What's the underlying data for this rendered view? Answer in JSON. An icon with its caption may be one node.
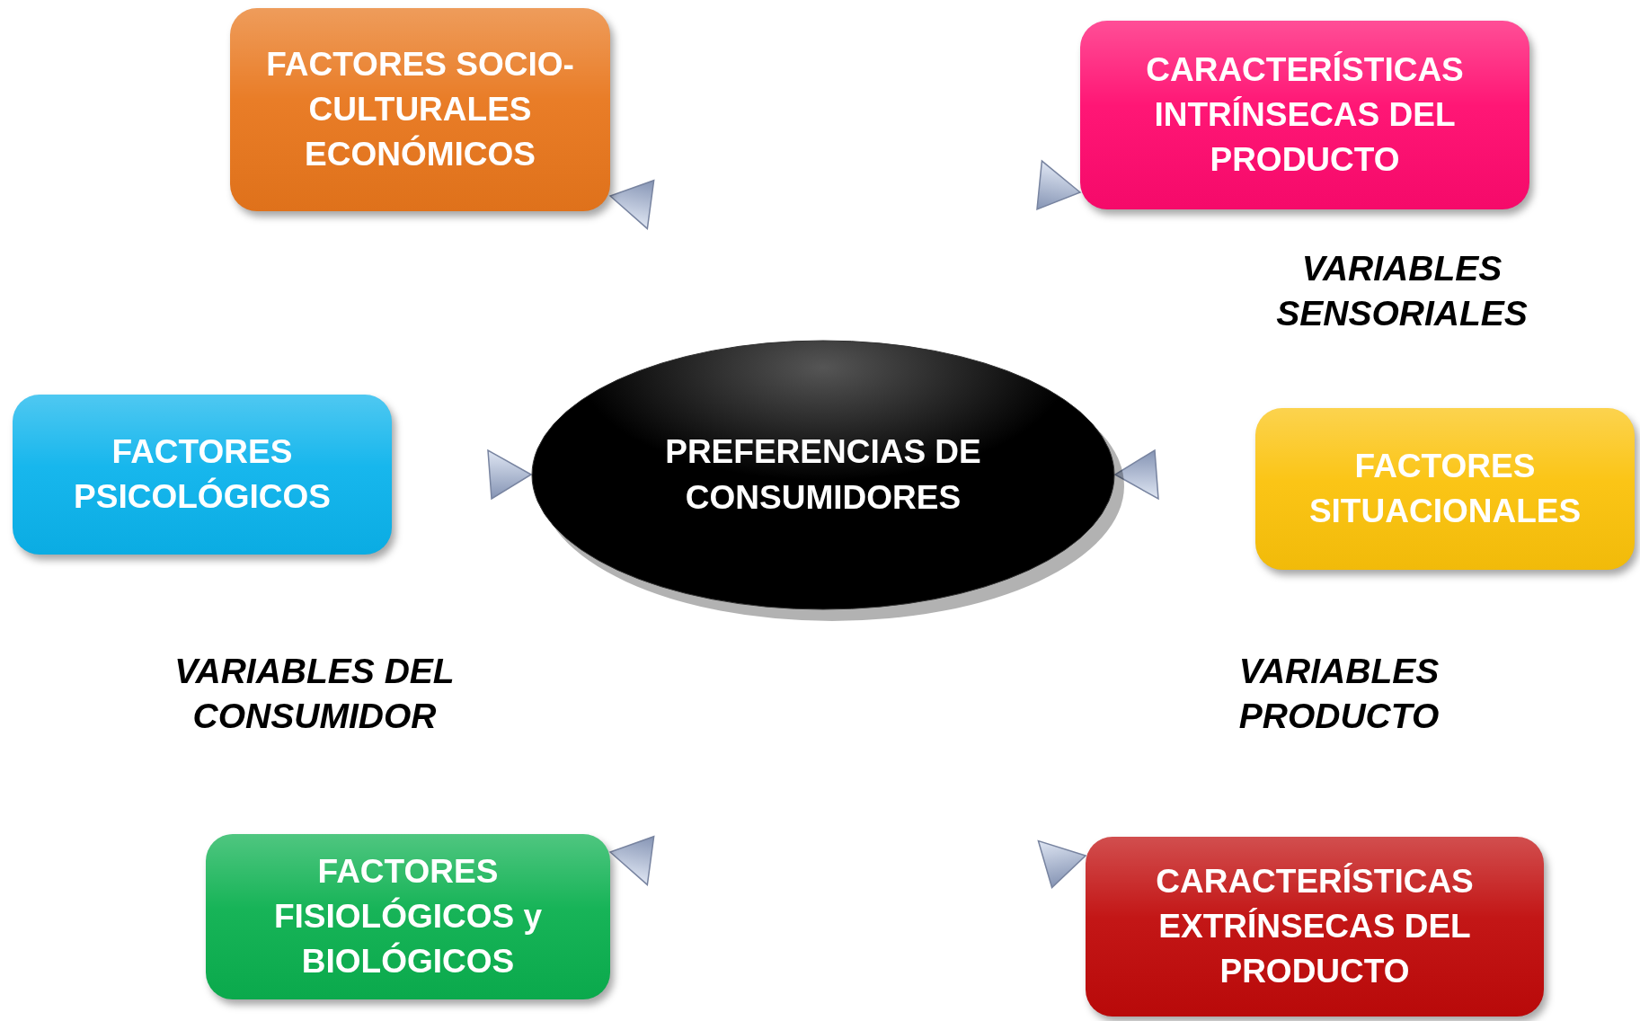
{
  "diagram": {
    "nodes": [
      {
        "text": [
          "FACTORES SOCIO- CULTURALES ECONÓMICOS"
        ]
      },
      {
        "text": [
          "CARACTERÍSTICAS INTRÍNSECAS DEL PRODUCTO"
        ]
      },
      {
        "text": [
          "FACTORES PSICOLÓGICOS"
        ]
      },
      {
        "text": [
          "PREFERENCIAS DE CONSUMIDORES"
        ]
      },
      {
        "text": [
          "FACTORES SITUACIONALES"
        ]
      },
      {
        "text": [
          "FACTORES FISIOLÓGICOS y BIOLÓGICOS"
        ]
      },
      {
        "text": [
          "CARACTERÍSTICAS EXTRÍNSECAS DEL PRODUCTO"
        ]
      }
    ],
    "edges": [
      {
        "from": 3,
        "to": 0,
        "arrow": "to"
      },
      {
        "from": 3,
        "to": 1,
        "arrow": "to"
      },
      {
        "from": 2,
        "to": 3,
        "arrow": "to"
      },
      {
        "from": 4,
        "to": 3,
        "arrow": "to"
      },
      {
        "from": 3,
        "to": 5,
        "arrow": "to"
      },
      {
        "from": 3,
        "to": 6,
        "arrow": "to"
      }
    ],
    "labels": [
      "VARIABLES SENSORIALES",
      "VARIABLES DEL CONSUMIDOR",
      "VARIABLES PRODUCTO"
    ]
  }
}
